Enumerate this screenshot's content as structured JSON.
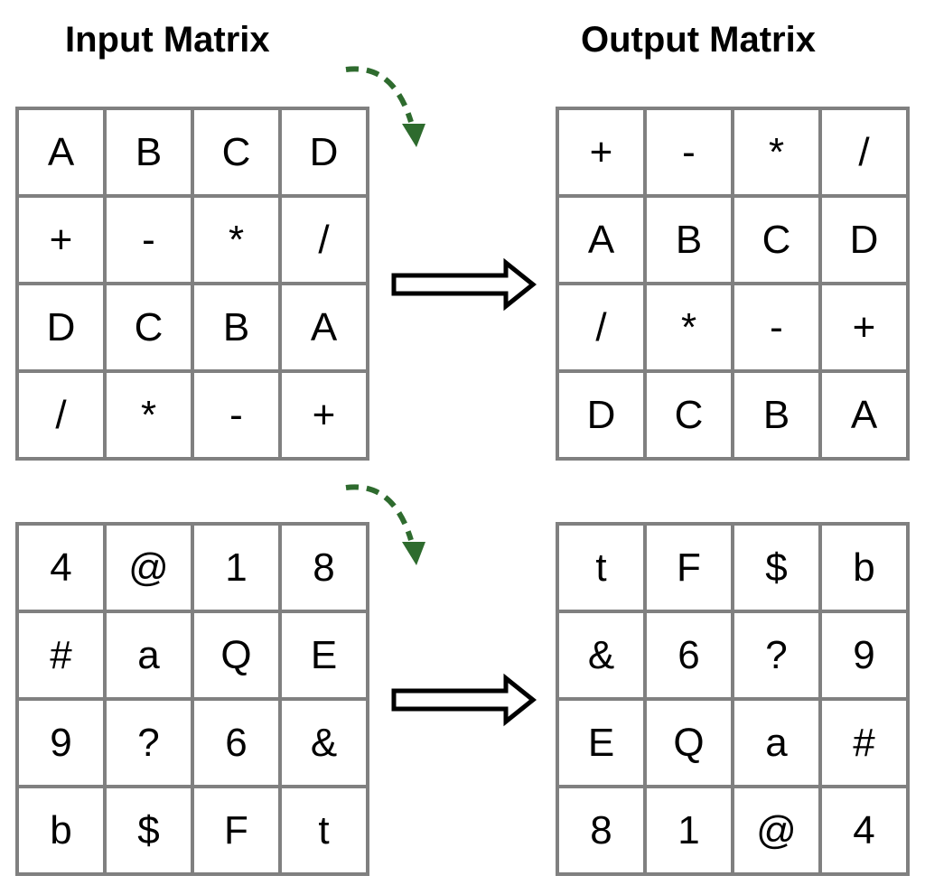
{
  "titles": {
    "input": "Input Matrix",
    "output": "Output Matrix"
  },
  "examples": [
    {
      "input": [
        [
          "A",
          "B",
          "C",
          "D"
        ],
        [
          "+",
          "-",
          "*",
          "/"
        ],
        [
          "D",
          "C",
          "B",
          "A"
        ],
        [
          "/",
          "*",
          "-",
          "+"
        ]
      ],
      "output": [
        [
          "+",
          "-",
          "*",
          "/"
        ],
        [
          "A",
          "B",
          "C",
          "D"
        ],
        [
          "/",
          "*",
          "-",
          "+"
        ],
        [
          "D",
          "C",
          "B",
          "A"
        ]
      ]
    },
    {
      "input": [
        [
          "4",
          "@",
          "1",
          "8"
        ],
        [
          "#",
          "a",
          "Q",
          "E"
        ],
        [
          "9",
          "?",
          "6",
          "&"
        ],
        [
          "b",
          "$",
          "F",
          "t"
        ]
      ],
      "output": [
        [
          "t",
          "F",
          "$",
          "b"
        ],
        [
          "&",
          "6",
          "?",
          "9"
        ],
        [
          "E",
          "Q",
          "a",
          "#"
        ],
        [
          "8",
          "1",
          "@",
          "4"
        ]
      ]
    }
  ],
  "colors": {
    "grid_border": "#808080",
    "curved_arrow": "#2e6b2e",
    "arrow_outline": "#000000"
  }
}
